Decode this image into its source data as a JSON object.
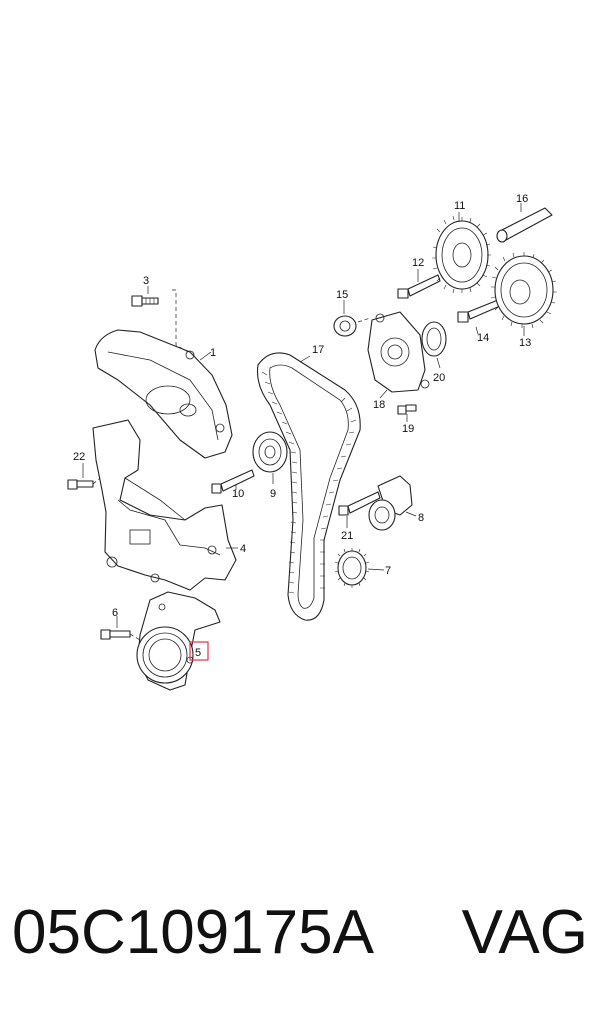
{
  "callouts": {
    "c1": "1",
    "c3": "3",
    "c4": "4",
    "c5": "5",
    "c6": "6",
    "c7": "7",
    "c8": "8",
    "c9": "9",
    "c10": "10",
    "c11": "11",
    "c12": "12",
    "c13": "13",
    "c14": "14",
    "c15": "15",
    "c16": "16",
    "c17": "17",
    "c18": "18",
    "c19": "19",
    "c20": "20",
    "c21": "21",
    "c22": "22"
  },
  "highlight_color": "#e0304a",
  "footer": {
    "part_number": "05C109175A",
    "brand": "VAG"
  }
}
